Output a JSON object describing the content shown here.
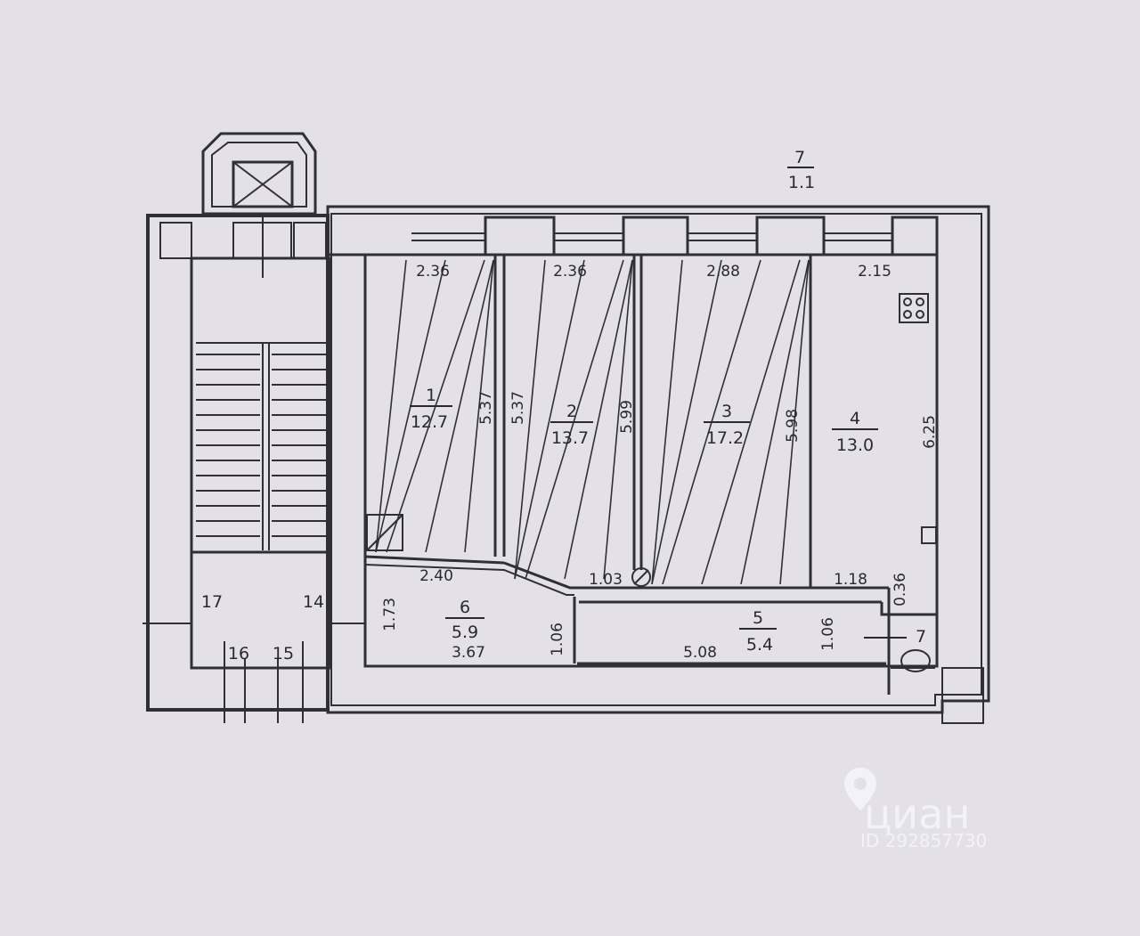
{
  "plan": {
    "outside": {
      "num": "7",
      "area": "1.1"
    },
    "rooms": [
      {
        "id": "room-1",
        "num": "1",
        "area": "12.7"
      },
      {
        "id": "room-2",
        "num": "2",
        "area": "13.7"
      },
      {
        "id": "room-3",
        "num": "3",
        "area": "17.2"
      },
      {
        "id": "room-4",
        "num": "4",
        "area": "13.0"
      },
      {
        "id": "room-5",
        "num": "5",
        "area": "5.4"
      },
      {
        "id": "room-6",
        "num": "6",
        "area": "5.9"
      },
      {
        "id": "room-7",
        "num": "7",
        "area": ""
      }
    ],
    "dimensions": {
      "r1_width": "2.36",
      "r2_width": "2.36",
      "r3_width": "2.88",
      "r4_width": "2.15",
      "r1_depth": "5.37",
      "r2_depth_left": "5.37",
      "r2_depth_right": "5.99",
      "r3_depth": "5.98",
      "r4_depth": "6.25",
      "r6_top": "2.40",
      "r6_side": "1.73",
      "r6_bottom": "3.67",
      "r5_left": "1.06",
      "r5_bottom": "5.08",
      "r5_right": "1.06",
      "door": "1.03",
      "r7_width": "1.18",
      "r7_gap": "0.36"
    },
    "neighbors": {
      "n17": "17",
      "n14": "14",
      "n16": "16",
      "n15": "15"
    }
  },
  "watermark": {
    "brand": "циан",
    "id": "ID 292857730"
  }
}
